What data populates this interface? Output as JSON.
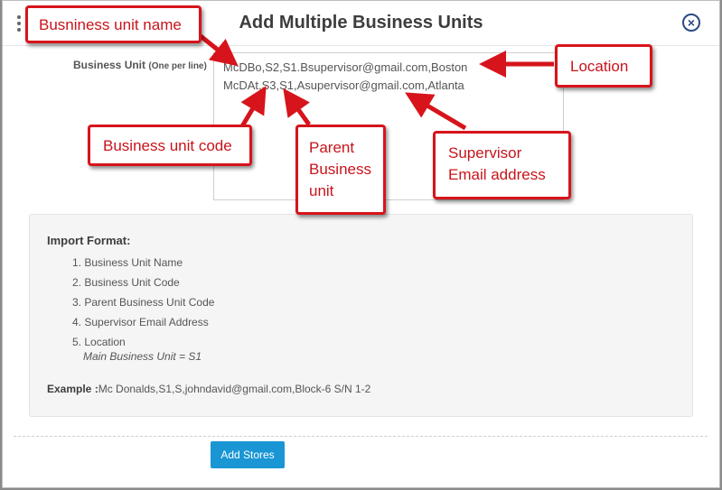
{
  "modal": {
    "title": "Add Multiple Business Units",
    "close_label": "×"
  },
  "form": {
    "label_main": "Business Unit",
    "label_small": "(One per line)",
    "lines": [
      "McDBo,S2,S1.Bsupervisor@gmail.com,Boston",
      "McDAt,S3,S1,Asupervisor@gmail.com,Atlanta"
    ]
  },
  "import_format": {
    "title": "Import Format:",
    "items": [
      "1. Business Unit Name",
      "2. Business Unit Code",
      "3. Parent Business Unit Code",
      "4. Supervisor Email Address",
      "5. Location"
    ],
    "main_business_unit": "Main Business Unit = S1",
    "example_label": "Example :",
    "example_value": "Mc Donalds,S1,S,johndavid@gmail.com,Block-6 S/N 1-2"
  },
  "actions": {
    "add_stores": "Add Stores"
  },
  "callouts": {
    "business_unit_name": "Busniness unit name",
    "location": "Location",
    "business_unit_code": "Business unit code",
    "parent_business_unit": [
      "Parent",
      "Business",
      "unit"
    ],
    "supervisor_email": [
      "Supervisor",
      "Email address"
    ]
  },
  "colors": {
    "callout_red": "#d7141b",
    "button_blue": "#1a96d4",
    "close_blue": "#2a4a85"
  }
}
